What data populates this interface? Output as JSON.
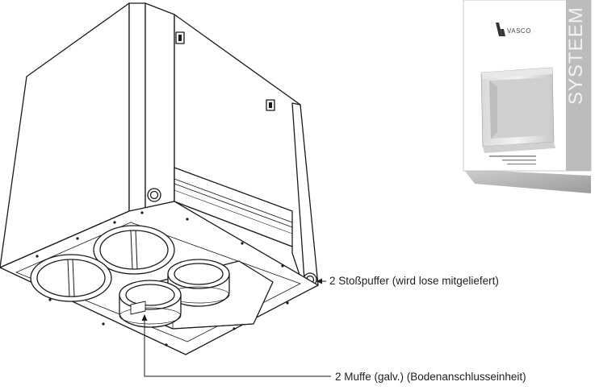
{
  "brochure": {
    "brand": "VASCO",
    "vertical_title": "SYSTEEM D"
  },
  "callouts": {
    "stosspuffer": "2 Stoßpuffer (wird lose mitgeliefert)",
    "muffe": "2 Muffe (galv.) (Bodenanschlusseinheit)"
  },
  "colors": {
    "line": "#1a1a1a",
    "brochure_side": "#b8b8b8"
  }
}
